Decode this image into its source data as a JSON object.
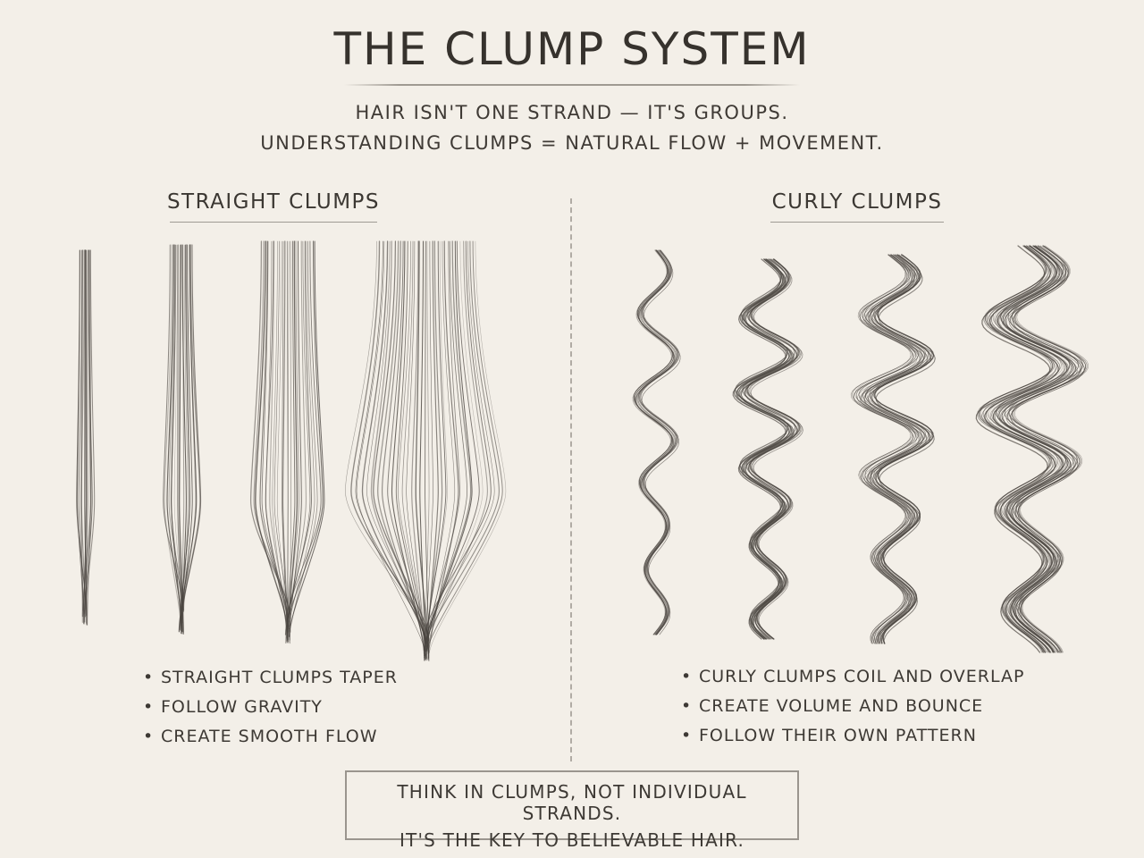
{
  "header": {
    "title": "THE CLUMP SYSTEM",
    "subtitle_line1": "HAIR ISN'T ONE STRAND — IT'S GROUPS.",
    "subtitle_line2": "UNDERSTANDING CLUMPS = NATURAL FLOW + MOVEMENT."
  },
  "straight": {
    "heading": "STRAIGHT CLUMPS",
    "bullets": [
      "STRAIGHT CLUMPS TAPER",
      "FOLLOW GRAVITY",
      "CREATE SMOOTH FLOW"
    ]
  },
  "curly": {
    "heading": "CURLY CLUMPS",
    "bullets": [
      "CURLY CLUMPS COIL AND OVERLAP",
      "CREATE VOLUME AND BOUNCE",
      "FOLLOW THEIR OWN PATTERN"
    ]
  },
  "footer": {
    "line1": "THINK IN CLUMPS, NOT INDIVIDUAL STRANDS.",
    "line2": "IT'S THE KEY TO BELIEVABLE HAIR."
  },
  "bullet_glyph": "•",
  "colors": {
    "background": "#f3efe8",
    "ink": "#3c3833",
    "pencil": "#4a4540"
  }
}
